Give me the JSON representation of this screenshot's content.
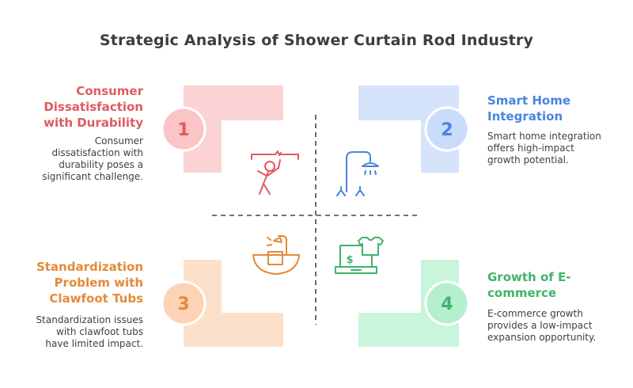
{
  "title": "Strategic Analysis of Shower Curtain Rod Industry",
  "quadrants": [
    {
      "number": "1",
      "title_lines": [
        "Consumer",
        "Dissatisfaction",
        "with Durability"
      ],
      "desc_lines": [
        "Consumer",
        "dissatisfaction with",
        "durability poses a",
        "significant challenge."
      ],
      "icon": "person-broken-rod-icon",
      "color": "#e05a5f"
    },
    {
      "number": "2",
      "title_lines": [
        "Smart Home",
        "Integration"
      ],
      "desc_lines": [
        "Smart home integration",
        "offers high-impact",
        "growth potential."
      ],
      "icon": "smart-shower-icon",
      "color": "#4a83e0"
    },
    {
      "number": "3",
      "title_lines": [
        "Standardization",
        "Problem with",
        "Clawfoot Tubs"
      ],
      "desc_lines": [
        "Standardization issues",
        "with clawfoot tubs",
        "have limited impact."
      ],
      "icon": "clawfoot-tub-icon",
      "color": "#e38a3a"
    },
    {
      "number": "4",
      "title_lines": [
        "Growth of E-",
        "commerce"
      ],
      "desc_lines": [
        "E-commerce growth",
        "provides a low-impact",
        "expansion opportunity."
      ],
      "icon": "ecommerce-laptop-icon",
      "color": "#3fb46a"
    }
  ]
}
